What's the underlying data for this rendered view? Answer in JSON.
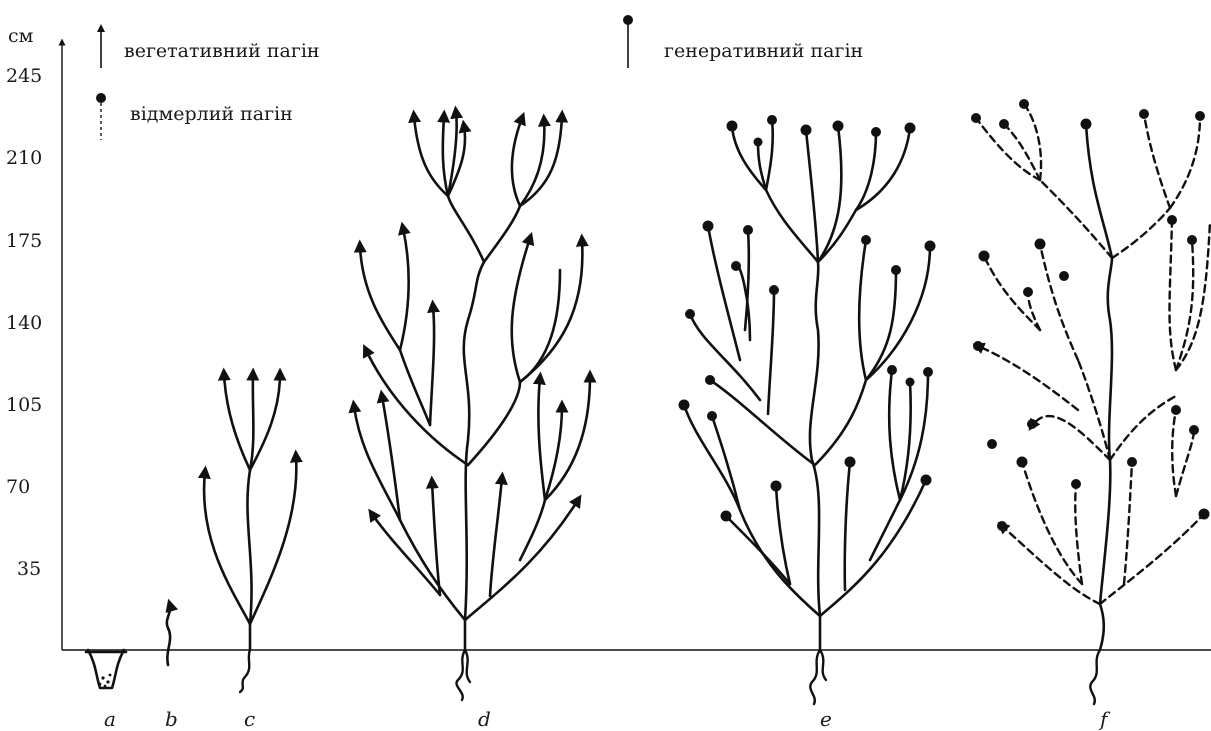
{
  "axis": {
    "unit": "см",
    "ticks": [
      "245",
      "210",
      "175",
      "140",
      "105",
      "70",
      "35"
    ]
  },
  "legend": {
    "vegetative": "вегетативний пагін",
    "generative": "генеративний пагін",
    "dead": "відмерлий пагін"
  },
  "stages": [
    "a",
    "b",
    "c",
    "d",
    "e",
    "f"
  ],
  "colors": {
    "ink": "#111111"
  }
}
